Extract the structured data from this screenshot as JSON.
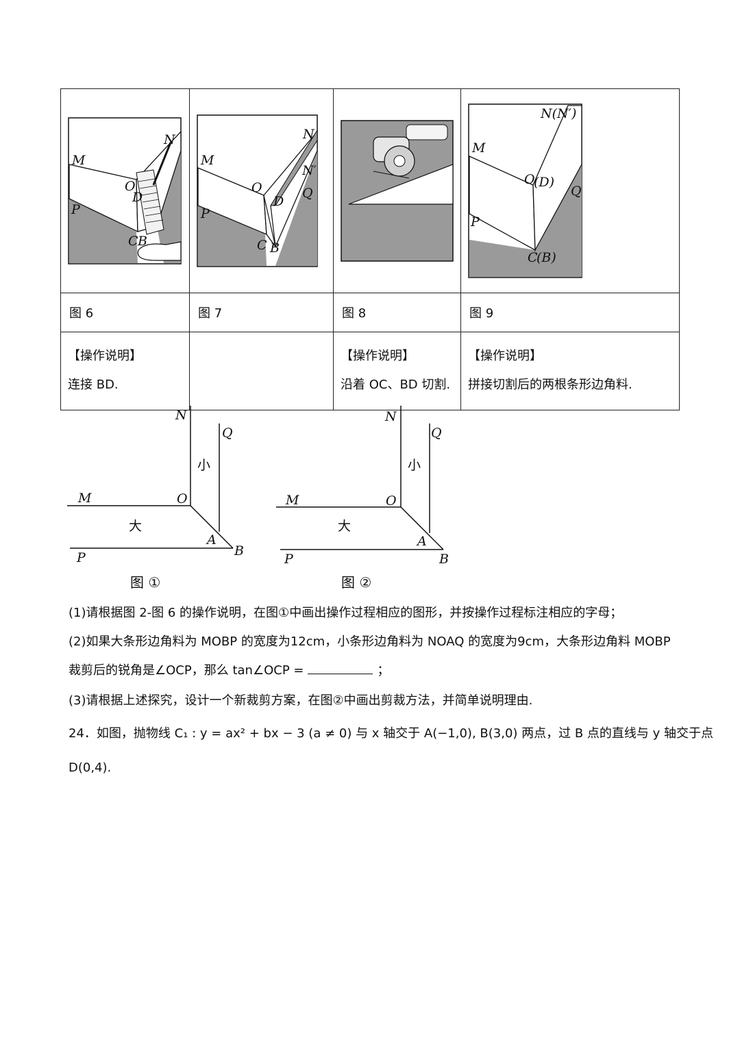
{
  "table": {
    "captions": [
      "图 6",
      "图 7",
      "图 8",
      "图 9"
    ],
    "notes": [
      {
        "title": "【操作说明】",
        "body": "连接 BD."
      },
      {
        "title": "",
        "body": ""
      },
      {
        "title": "【操作说明】",
        "body": "沿着 OC、BD 切割."
      },
      {
        "title": "【操作说明】",
        "body": "拼接切割后的两根条形边角料."
      }
    ]
  },
  "fig_labels": {
    "fig6": [
      "M",
      "N",
      "O",
      "D",
      "P",
      "C",
      "B"
    ],
    "fig7": [
      "M",
      "N",
      "N′",
      "O",
      "Q",
      "D",
      "P",
      "C",
      "B"
    ],
    "fig9": [
      "N(N′)",
      "M",
      "O",
      "(D)",
      "Q",
      "P",
      "C",
      "(B)"
    ]
  },
  "diagrams": {
    "fig1": {
      "caption": "图 ①",
      "labels": [
        "N",
        "Q",
        "小",
        "M",
        "O",
        "大",
        "A",
        "B",
        "P"
      ]
    },
    "fig2": {
      "caption": "图 ②",
      "labels": [
        "N",
        "Q",
        "小",
        "M",
        "O",
        "大",
        "A",
        "B",
        "P"
      ]
    }
  },
  "questions": {
    "q1": "(1)请根据图 2-图 6 的操作说明，在图①中画出操作过程相应的图形，并按操作过程标注相应的字母；",
    "q2_line1": "(2)如果大条形边角料为 MOBP 的宽度为12cm，小条形边角料为 NOAQ 的宽度为9cm，大条形边角料 MOBP",
    "q2_line2_a": "裁剪后的锐角是∠OCP，那么 tan∠OCP =",
    "q2_line2_b": "；",
    "q3": "(3)请根据上述探究，设计一个新裁剪方案，在图②中画出剪裁方法，并简单说明理由.",
    "q24_line1": "24．如图，抛物线 C₁ : y = ax² + bx − 3 (a ≠ 0) 与 x 轴交于 A(−1,0), B(3,0) 两点，过 B 点的直线与 y 轴交于点",
    "q24_line2": "D(0,4)."
  }
}
